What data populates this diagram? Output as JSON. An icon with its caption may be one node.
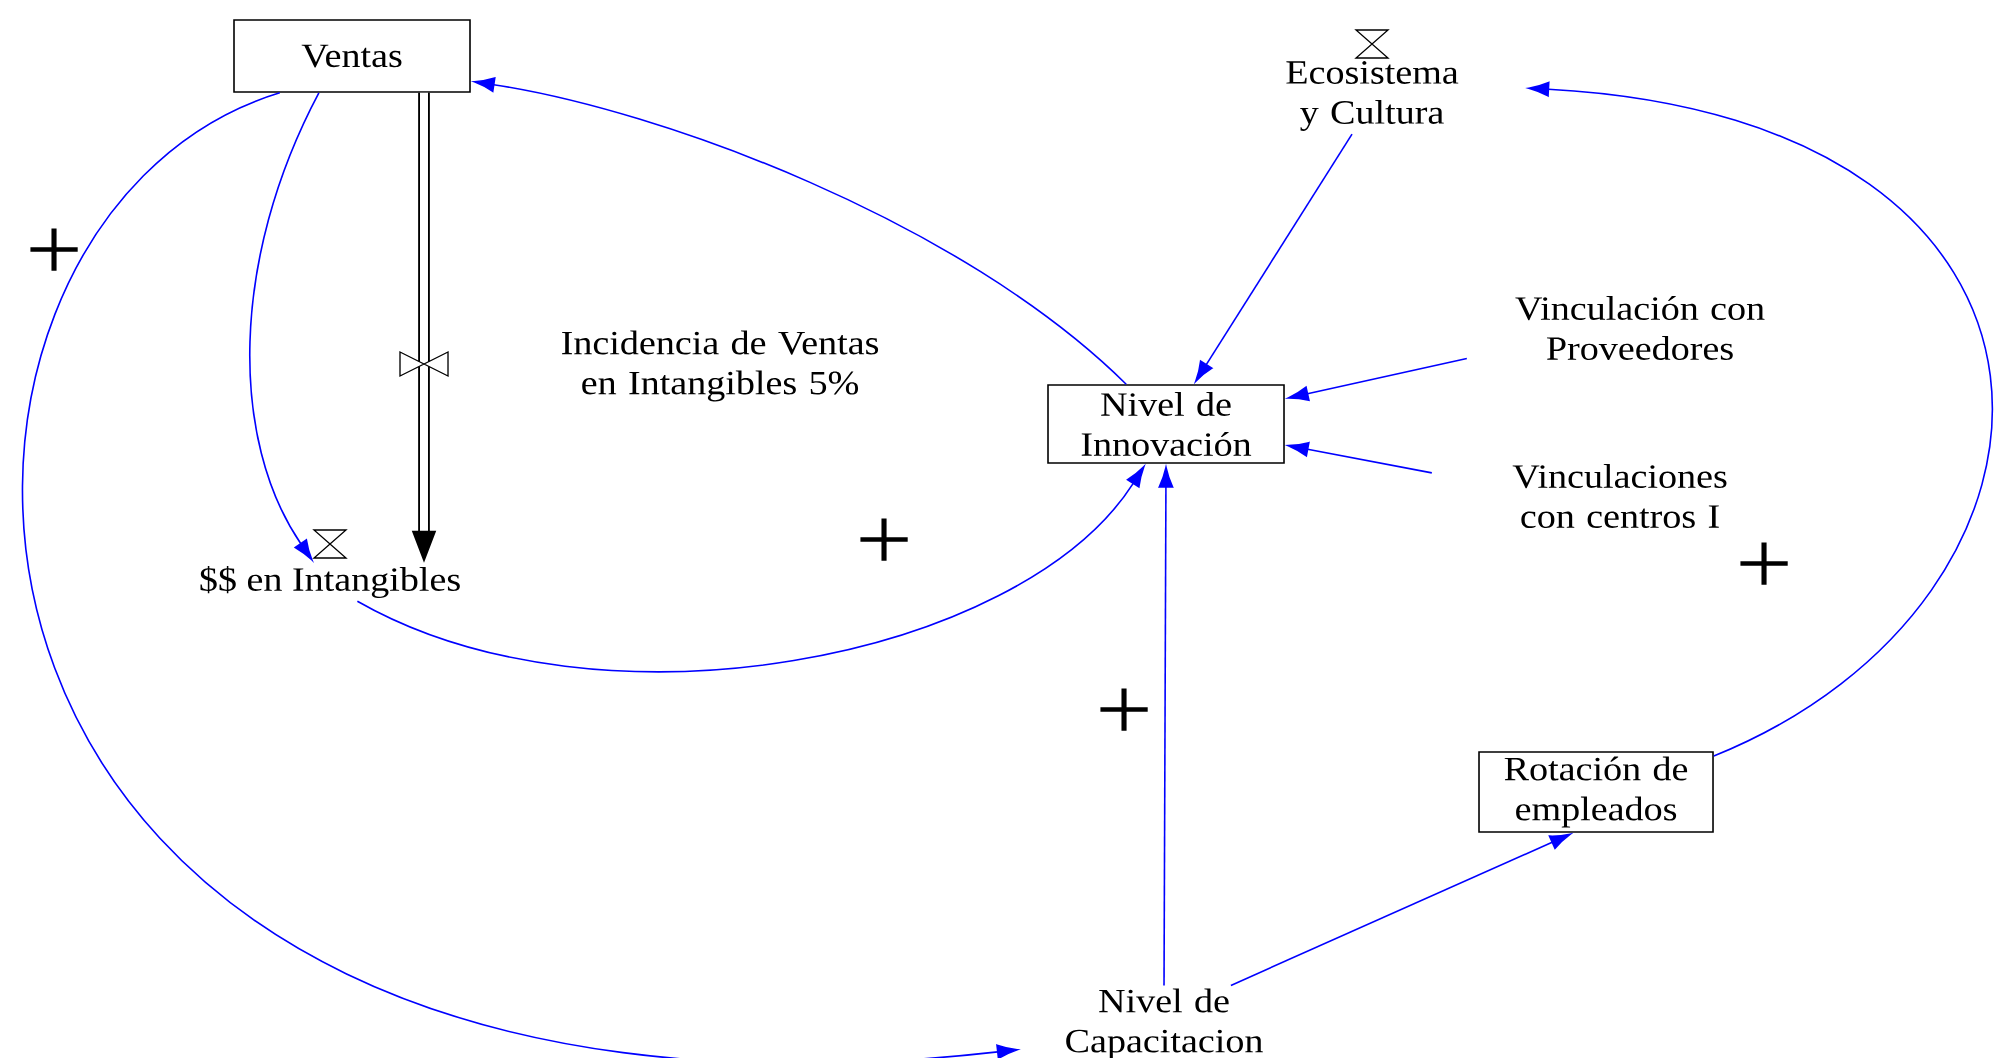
{
  "diagram": {
    "nodes": [
      {
        "text": [
          "Ventas"
        ]
      },
      {
        "text": [
          "Ecosistema y Cultura"
        ]
      },
      {
        "text": [
          "Vinculación con Proveedores"
        ]
      },
      {
        "text": [
          "Nivel de Innovación"
        ]
      },
      {
        "text": [
          "Vinculaciones con centros I"
        ]
      },
      {
        "text": [
          "$$ en Intangibles"
        ]
      },
      {
        "text": [
          "Rotación de empleados"
        ]
      },
      {
        "text": [
          "Nivel de Capacitacion"
        ]
      }
    ],
    "edges": [
      {
        "from": 0,
        "to": 5,
        "arrow": "to"
      },
      {
        "from": 0,
        "to": 7,
        "arrow": "to"
      },
      {
        "from": 3,
        "to": 0,
        "arrow": "to"
      },
      {
        "from": 5,
        "to": 3,
        "arrow": "to"
      },
      {
        "from": 1,
        "to": 3,
        "arrow": "to"
      },
      {
        "from": 2,
        "to": 3,
        "arrow": "to"
      },
      {
        "from": 4,
        "to": 3,
        "arrow": "to"
      },
      {
        "from": 7,
        "to": 3,
        "arrow": "to"
      },
      {
        "from": 7,
        "to": 6,
        "arrow": "to"
      },
      {
        "from": 6,
        "to": 1,
        "arrow": "to"
      },
      {
        "from": 0,
        "to": 5,
        "arrow": "to",
        "label": "Incidencia de Ventas en Intangibles 5%",
        "style": "thick",
        "color": "#000000"
      }
    ],
    "labels": [
      "+",
      "+",
      "+",
      "+"
    ]
  }
}
